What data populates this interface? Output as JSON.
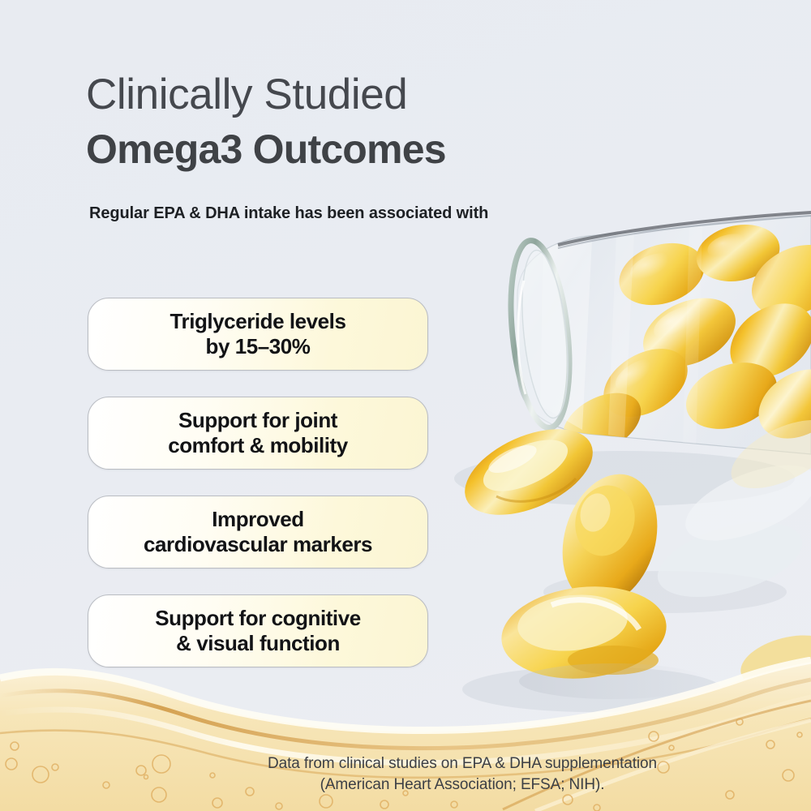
{
  "background": {
    "page_color": "#e9ecf2",
    "oil_wave_color": "#f6e3b4",
    "accent_gold": "#e0a83c"
  },
  "header": {
    "title_light": "Clinically Studied",
    "title_bold": "Omega3 Outcomes",
    "title_light_color": "#45484e",
    "title_bold_color": "#3f4246",
    "subtitle": "Regular EPA & DHA intake has been associated with",
    "subtitle_color": "#1d2024"
  },
  "benefits": {
    "card_border_color": "#b9bcc2",
    "card_fill_start": "#ffffff",
    "card_fill_end": "#fbf5d3",
    "card_text_color": "#121316",
    "items": [
      {
        "line1": "Triglyceride levels",
        "line2": "by 15–30%",
        "text": "Triglyceride levels\nby 15–30%"
      },
      {
        "line1": "Support for joint",
        "line2": "comfort & mobility",
        "text": "Support for joint\ncomfort & mobility"
      },
      {
        "line1": "Improved",
        "line2": "cardiovascular markers",
        "text": "Improved\ncardiovascular markers"
      },
      {
        "line1": "Support for cognitive",
        "line2": "& visual function",
        "text": "Support for cognitive\n& visual function"
      }
    ]
  },
  "photo": {
    "description": "glass-bottle-with-omega3-softgel-capsules",
    "capsule_color": "#f0bc22",
    "glass_color": "#dfe4ea"
  },
  "footer": {
    "line1": "Data from clinical studies on EPA & DHA supplementation",
    "line2": "(American Heart Association; EFSA; NIH).",
    "color": "#3c3f45"
  }
}
